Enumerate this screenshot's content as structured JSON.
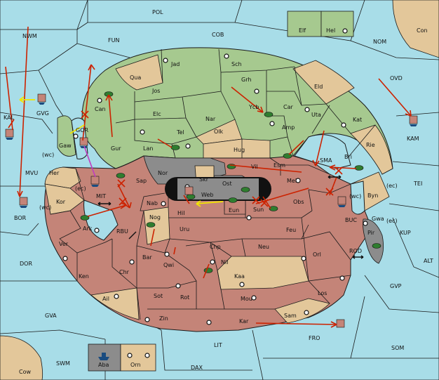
{
  "colors": {
    "sea": "#a8dde8",
    "green": "#a6c98f",
    "tan": "#e3c79a",
    "brick": "#c48478",
    "gray": "#8c8c8c",
    "order_red": "#cc2200",
    "order_yellow": "#f2e600",
    "order_magenta": "#c03cc0",
    "army_green": "#2f7d2f"
  },
  "sea_labels": {
    "pol": "POL",
    "cob": "COB",
    "fun": "FUN",
    "nom": "NOM",
    "nwm": "NWM",
    "con": "Con",
    "ovd": "OVD",
    "kal": "KAL",
    "gvg": "GVG",
    "gor": "GOR",
    "kam": "KAM",
    "mvu": "MVU",
    "tei": "TEI",
    "bor": "BOR",
    "mit": "MIT",
    "sma": "SMA",
    "rbu": "RBU",
    "buc": "BUC",
    "kup": "KUP",
    "rod": "ROD",
    "dor": "DOR",
    "alt": "ALT",
    "gvp": "GVP",
    "gva": "GVA",
    "fro": "FRO",
    "som": "SOM",
    "swm": "SWM",
    "lit": "LIT",
    "dax": "DAX",
    "cow": "Cow",
    "aba": "Aba",
    "orn": "Orn",
    "elf": "Elf",
    "hel": "Hel"
  },
  "land_labels": {
    "jad": "Jad",
    "sch": "Sch",
    "qua": "Qua",
    "jos": "Jos",
    "grh": "Grh",
    "eld": "Eld",
    "can": "Can",
    "ycb": "Ycb",
    "car": "Car",
    "elc": "Elc",
    "nar": "Nar",
    "uta": "Uta",
    "kat": "Kat",
    "gaw": "Gaw",
    "tel": "Tel",
    "olk": "Olk",
    "amp": "Amp",
    "gur": "Gur",
    "lan": "Lan",
    "hug": "Hug",
    "rie": "Rie",
    "esm": "Esm",
    "bri": "Bri",
    "nor": "Nor",
    "vil": "Vil",
    "her": "Her",
    "skr": "Skr",
    "sap": "Sap",
    "ost": "Ost",
    "mel": "Mel",
    "web": "Web",
    "byn": "Byn",
    "kor": "Kor",
    "nab": "Nab",
    "obs": "Obs",
    "eun": "Eun",
    "sun": "Sun",
    "hil": "Hil",
    "gwa": "Gwa",
    "ark": "Ark",
    "nog": "Nog",
    "uru": "Uru",
    "feu": "Feu",
    "pir": "Pir",
    "ver": "Ver",
    "chp": "Chp",
    "neu": "Neu",
    "orl": "Orl",
    "bar": "Bar",
    "qwi": "Qwi",
    "nil": "Nil",
    "ken": "Ken",
    "chr": "Chr",
    "kaa": "Kaa",
    "los": "Los",
    "ail": "Ail",
    "sot": "Sot",
    "rot": "Rot",
    "mou": "Mou",
    "zin": "Zin",
    "sam": "Sam",
    "kar": "Kar"
  },
  "coast_labels": {
    "wc1": "(wc)",
    "ec1": "(ec)",
    "wc2": "(wc)",
    "wc3": "(wc)",
    "ec2": "(ec)",
    "ec3": "(ec)"
  }
}
